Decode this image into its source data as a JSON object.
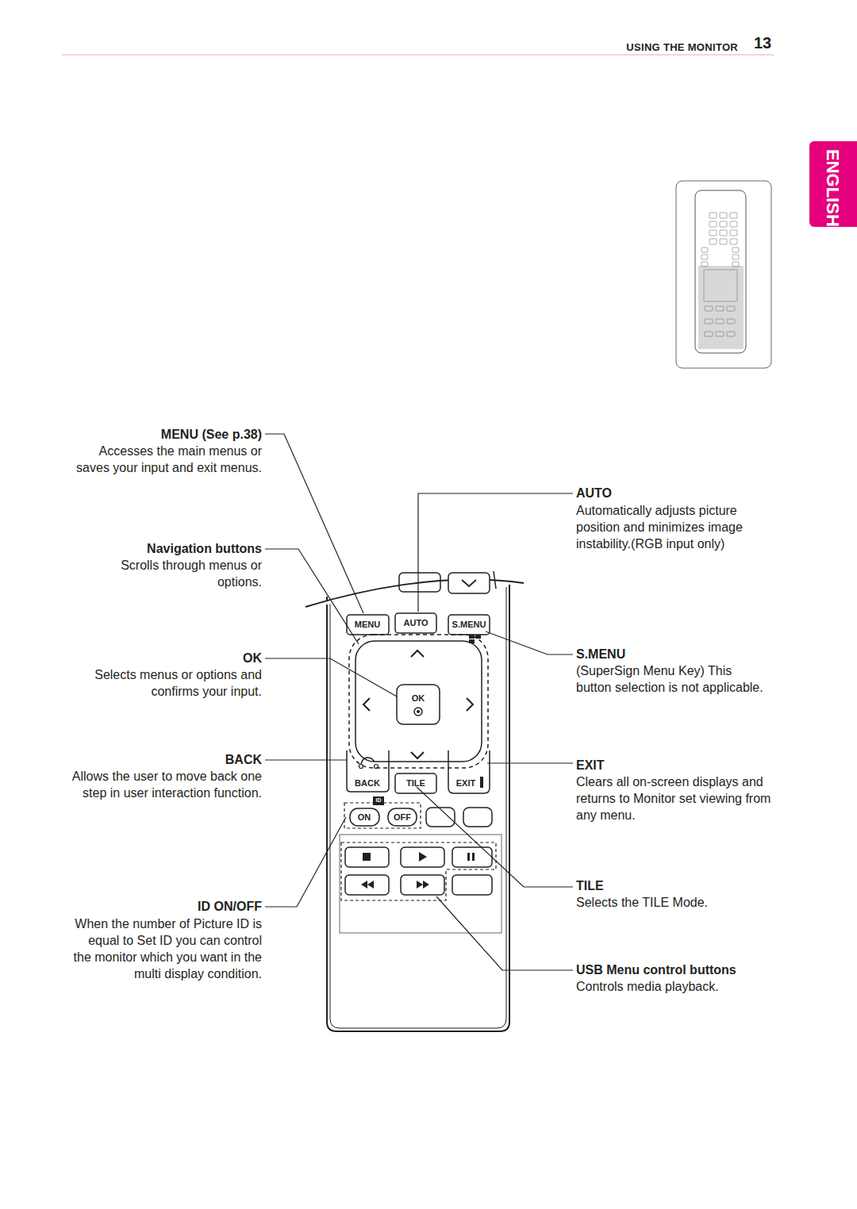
{
  "diagram": {
    "labels": [
      "USING THE MONITOR",
      "13",
      "ENGLISH",
      "MENU (See p.38)",
      "Accesses the main menus or saves your input and exit menus.",
      "Navigation buttons",
      "Scrolls through menus or options.",
      "OK",
      "Selects menus or options and confirms your input.",
      "BACK",
      "Allows the user to move back one step in user interaction function.",
      "ID ON/OFF",
      "When the number of Picture ID is equal to Set ID you can control the monitor which you want in the multi display condition.",
      "AUTO",
      "Automatically adjusts picture position and minimizes image instability.(RGB input only)",
      "S.MENU",
      "(SuperSign Menu Key) This button selection is not applicable.",
      "EXIT",
      "Clears all on-screen displays and returns to Monitor set viewing from any menu.",
      "TILE",
      "Selects the TILE Mode.",
      "USB Menu control buttons",
      "Controls media playback.",
      "MENU",
      "AUTO",
      "S.MENU",
      "OK",
      "BACK",
      "TILE",
      "EXIT",
      "ID",
      "ON",
      "OFF"
    ]
  }
}
